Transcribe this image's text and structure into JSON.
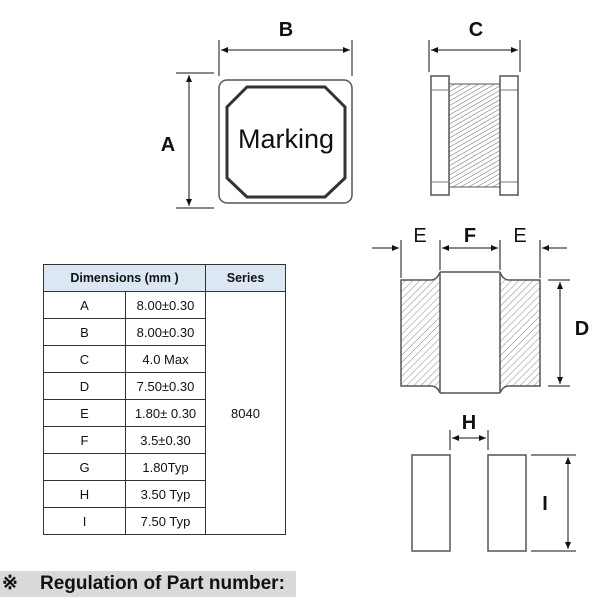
{
  "diagram": {
    "labels": {
      "A": "A",
      "B": "B",
      "C": "C",
      "D": "D",
      "E": "E",
      "F": "F",
      "H": "H",
      "I": "I"
    },
    "marking_text": "Marking"
  },
  "table": {
    "headers": [
      "Dimensions (mm )",
      "Series"
    ],
    "rows": [
      {
        "letter": "A",
        "value": "8.00±0.30"
      },
      {
        "letter": "B",
        "value": "8.00±0.30"
      },
      {
        "letter": "C",
        "value": "4.0 Max"
      },
      {
        "letter": "D",
        "value": "7.50±0.30"
      },
      {
        "letter": "E",
        "value": "1.80± 0.30"
      },
      {
        "letter": "F",
        "value": "3.5±0.30"
      },
      {
        "letter": "G",
        "value": "1.80Typ"
      },
      {
        "letter": "H",
        "value": "3.50 Typ"
      },
      {
        "letter": "I",
        "value": "7.50 Typ"
      }
    ],
    "series": "8040"
  },
  "footer": {
    "mark": "※",
    "text": "Regulation of Part number:"
  }
}
